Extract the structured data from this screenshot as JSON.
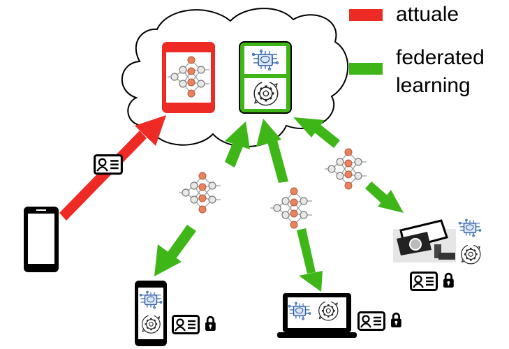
{
  "legend": {
    "actual": {
      "label": "attuale",
      "color": "#ee2a24"
    },
    "federated": {
      "label_line1": "federated",
      "label_line2": "learning",
      "color": "#3fb618"
    }
  },
  "cloud": {
    "actual_server": {
      "icon": "neural-network-icon",
      "border_color": "#ee2a24"
    },
    "federated_server": {
      "icons": [
        "ai-chip-icon",
        "gear-refresh-icon"
      ],
      "border_color": "#3fb618"
    }
  },
  "devices": [
    {
      "name": "smartphone-plain",
      "icons": []
    },
    {
      "name": "smartphone-federated",
      "icons": [
        "ai-chip-icon",
        "gear-refresh-icon",
        "id-card-icon",
        "lock-icon"
      ]
    },
    {
      "name": "laptop-federated",
      "icons": [
        "ai-chip-icon",
        "gear-refresh-icon",
        "id-card-icon",
        "lock-icon"
      ]
    },
    {
      "name": "security-camera-federated",
      "icons": [
        "ai-chip-icon",
        "gear-refresh-icon",
        "id-card-icon",
        "lock-icon"
      ]
    }
  ],
  "payloads": {
    "actual_upload": "id-card-icon",
    "federated_model": "neural-network-icon"
  }
}
